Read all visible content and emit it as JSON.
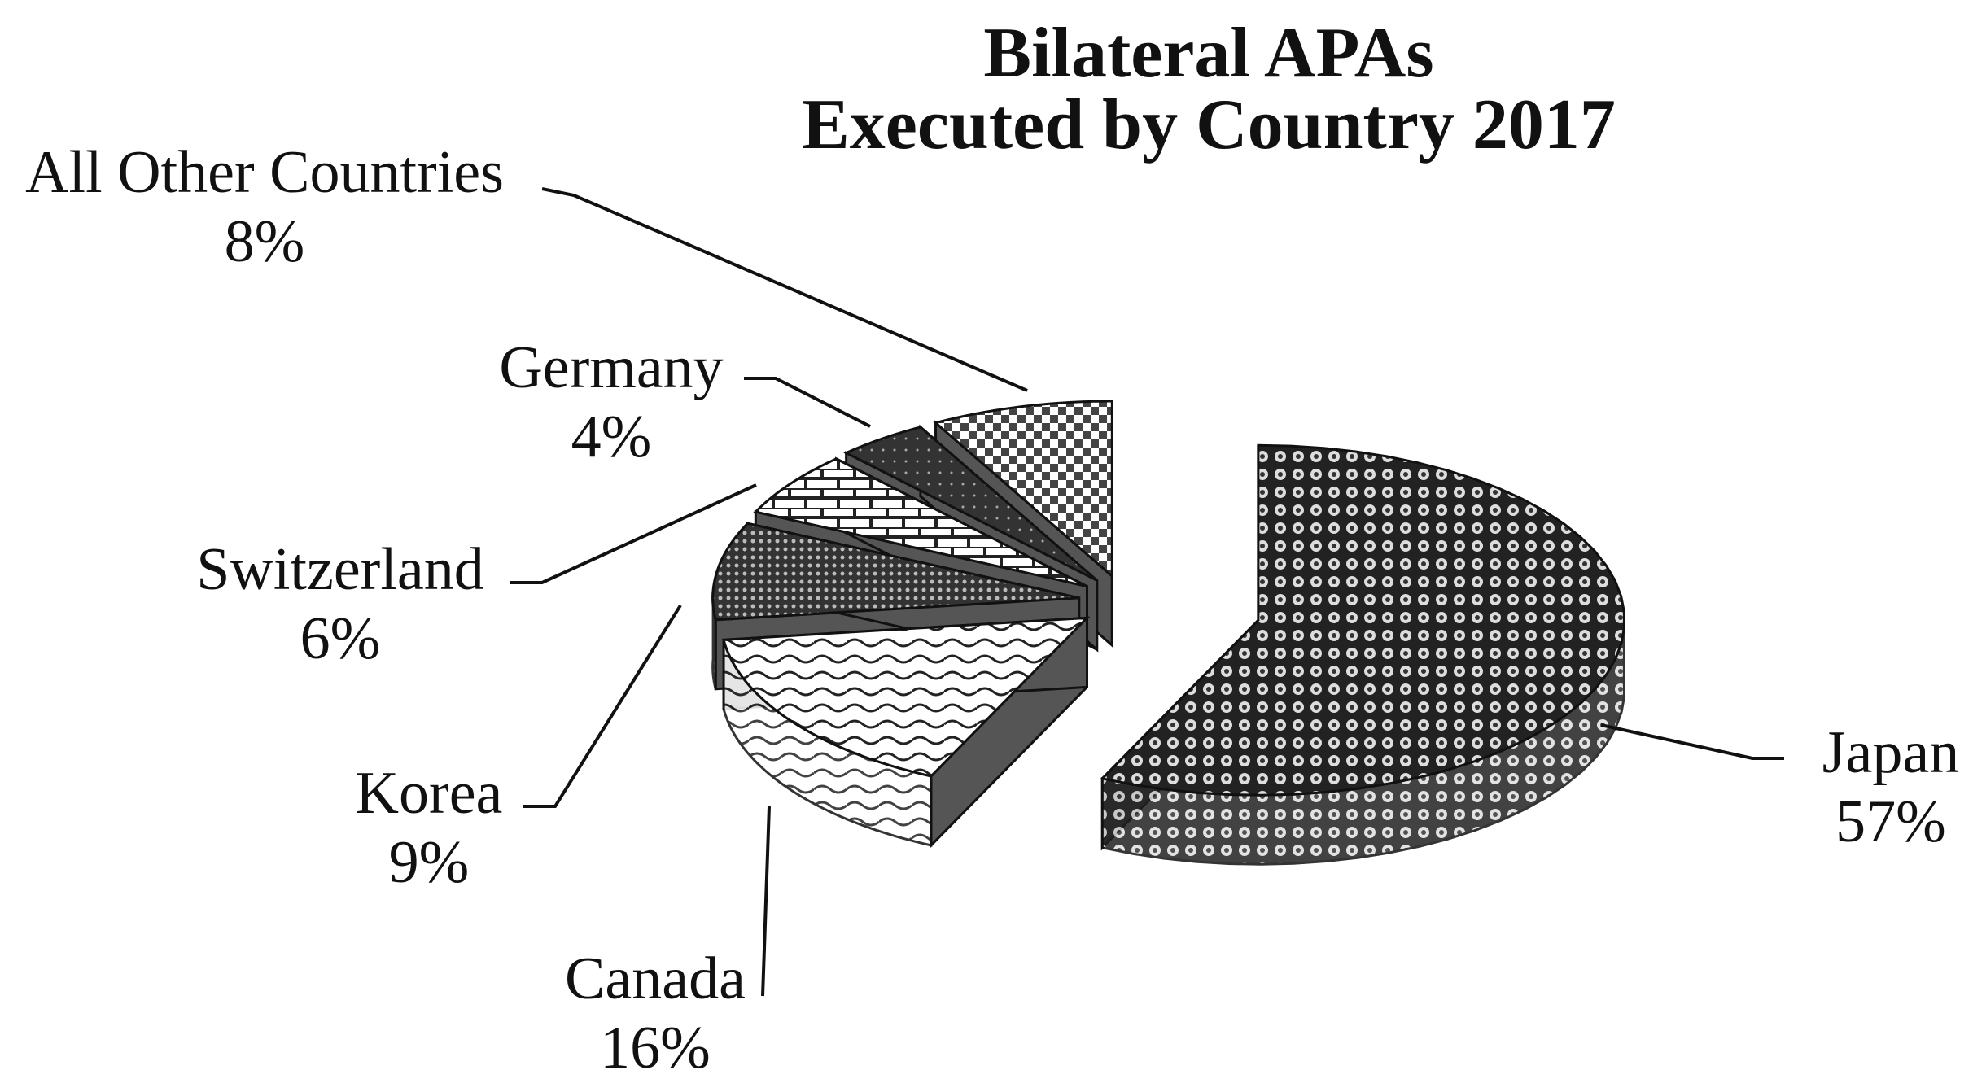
{
  "chart_data": {
    "type": "pie",
    "title": [
      "Bilateral APAs",
      "Executed by Country 2017"
    ],
    "categories": [
      "Japan",
      "Canada",
      "Korea",
      "Switzerland",
      "Germany",
      "All Other Countries"
    ],
    "values": [
      57,
      16,
      9,
      6,
      4,
      8
    ],
    "value_labels": [
      "57%",
      "16%",
      "9%",
      "6%",
      "4%",
      "8%"
    ],
    "style": "3d-exploded",
    "legend": "none"
  }
}
